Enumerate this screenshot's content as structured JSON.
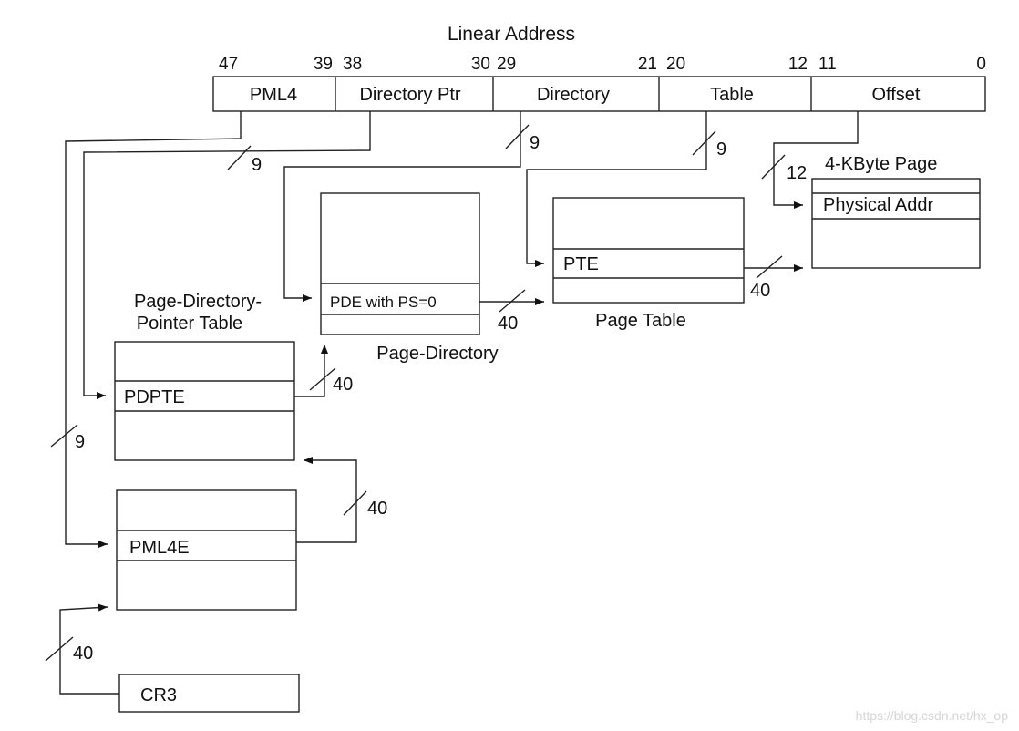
{
  "title": "Linear Address",
  "address_fields": [
    {
      "name": "PML4",
      "hi": "47",
      "lo": "39"
    },
    {
      "name": "Directory Ptr",
      "hi": "38",
      "lo": "30"
    },
    {
      "name": "Directory",
      "hi": "29",
      "lo": "21"
    },
    {
      "name": "Table",
      "hi": "20",
      "lo": "12"
    },
    {
      "name": "Offset",
      "hi": "11",
      "lo": "0"
    }
  ],
  "tables": {
    "pml4": {
      "entry": "PML4E"
    },
    "pdpt": {
      "title_line1": "Page-Directory-",
      "title_line2": "Pointer Table",
      "entry": "PDPTE"
    },
    "page_directory": {
      "title": "Page-Directory",
      "entry": "PDE with PS=0"
    },
    "page_table": {
      "title": "Page Table",
      "entry": "PTE"
    },
    "page": {
      "title": "4-KByte Page",
      "entry": "Physical Addr"
    },
    "cr3": {
      "label": "CR3"
    }
  },
  "bit_widths": {
    "pml4_index": "9",
    "dirptr_index": "9",
    "dir_index": "9",
    "table_index": "9",
    "offset": "12",
    "cr3_to_pml4": "40",
    "pml4e_to_pdpt": "40",
    "pdpte_to_pd": "40",
    "pde_to_pt": "40",
    "pte_to_page": "40"
  },
  "watermark": "https://blog.csdn.net/hx_op"
}
